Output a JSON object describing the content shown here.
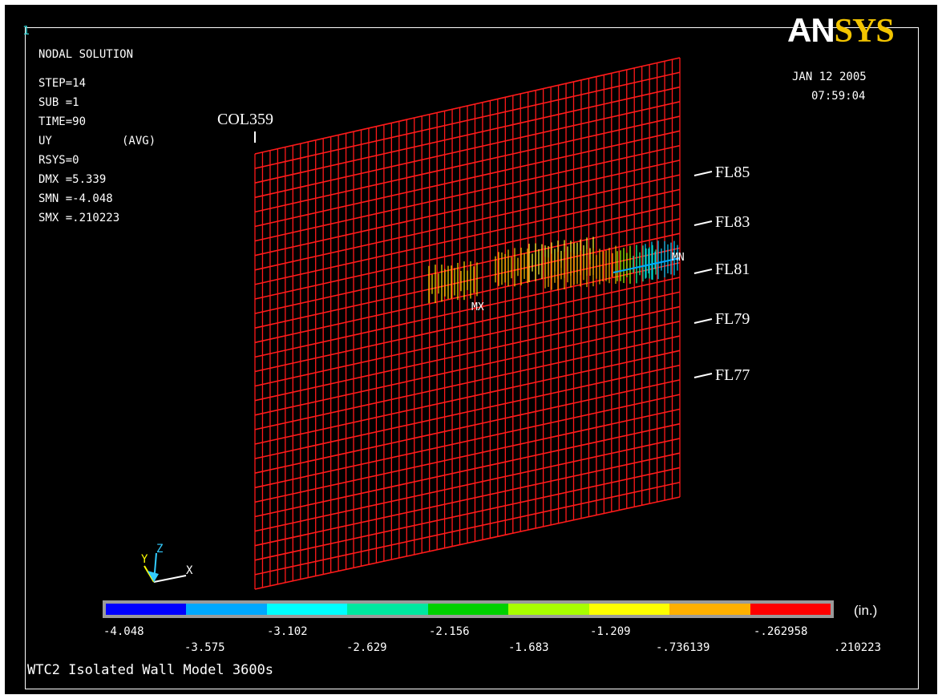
{
  "window_number": "1",
  "logo": {
    "part1": "AN",
    "part2": "SYS"
  },
  "header": {
    "solution_type": "NODAL SOLUTION",
    "step": "STEP=14",
    "sub": "SUB =1",
    "time": "TIME=90",
    "quantity": "UY",
    "avg": "(AVG)",
    "rsys": "RSYS=0",
    "dmx": "DMX =5.339",
    "smn": "SMN =-4.048",
    "smx": "SMX =.210223"
  },
  "date": "JAN 12 2005",
  "clock": "07:59:04",
  "column_label": "COL359",
  "floor_labels": [
    "FL85",
    "FL83",
    "FL81",
    "FL79",
    "FL77"
  ],
  "markers": {
    "max": "MX",
    "min": "MN"
  },
  "triad": {
    "x": "X",
    "y": "Y",
    "z": "Z"
  },
  "legend": {
    "colors": [
      "#0000ff",
      "#00a8ff",
      "#00ffff",
      "#00e8a0",
      "#00d000",
      "#a8ff00",
      "#ffff00",
      "#ffb000",
      "#ff0000"
    ],
    "top_labels": [
      "-4.048",
      "-3.102",
      "-2.156",
      "-1.209",
      "-.262958"
    ],
    "bottom_labels": [
      "-3.575",
      "-2.629",
      "-1.683",
      "-.736139",
      ".210223"
    ],
    "units": "(in.)"
  },
  "caption": "WTC2 Isolated Wall Model 3600s"
}
